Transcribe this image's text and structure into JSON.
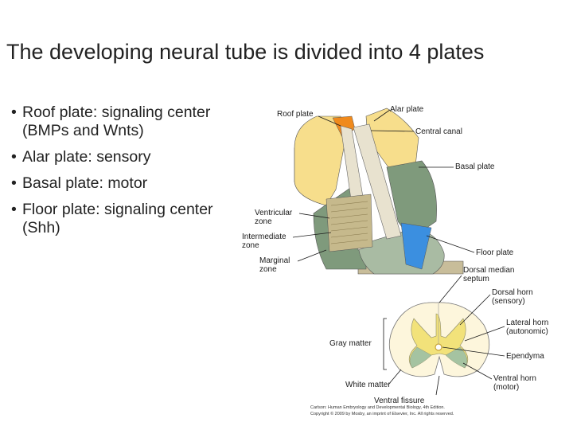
{
  "slide": {
    "title": "The developing neural tube is divided into 4 plates",
    "bullets": [
      "Roof plate: signaling center (BMPs and Wnts)",
      "Alar plate: sensory",
      "Basal plate: motor",
      "Floor plate: signaling center (Shh)"
    ]
  },
  "figure": {
    "tube_labels": {
      "roof_plate": "Roof plate",
      "alar_plate": "Alar plate",
      "central_canal": "Central canal",
      "basal_plate": "Basal plate",
      "ventricular_zone": [
        "Ventricular",
        "zone"
      ],
      "intermediate_zone": [
        "Intermediate",
        "zone"
      ],
      "marginal_zone": [
        "Marginal",
        "zone"
      ],
      "floor_plate": "Floor plate"
    },
    "cord_labels": {
      "dorsal_median_septum": [
        "Dorsal median",
        "septum"
      ],
      "dorsal_horn": [
        "Dorsal horn",
        "(sensory)"
      ],
      "gray_matter": "Gray matter",
      "lateral_horn": [
        "Lateral horn",
        "(autonomic)"
      ],
      "ependyma": "Ependyma",
      "white_matter": "White matter",
      "ventral_horn": [
        "Ventral horn",
        "(motor)"
      ],
      "ventral_fissure": "Ventral fissure"
    },
    "credit": [
      "Carlson: Human Embryology and Developmental Biology, 4th Edition.",
      "Copyright © 2009 by Mosby, an imprint of Elsevier, Inc. All rights reserved."
    ]
  },
  "colors": {
    "alar": "#f7de8c",
    "basal": "#7f9a7c",
    "roof": "#f08a1c",
    "floor": "#3b8fe0",
    "canal_wall": "#e8e2cf",
    "cross_section_fill": "#fdf6dc",
    "gray_matter": "#f2e27a"
  }
}
